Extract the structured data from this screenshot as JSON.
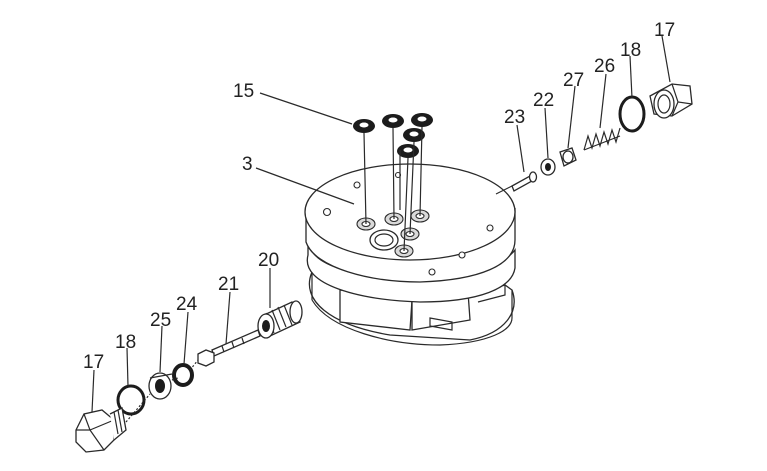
{
  "labels": {
    "p3": "3",
    "p15": "15",
    "p17a": "17",
    "p17b": "17",
    "p18a": "18",
    "p18b": "18",
    "p20": "20",
    "p21": "21",
    "p22": "22",
    "p23": "23",
    "p24": "24",
    "p25": "25",
    "p26": "26",
    "p27": "27"
  }
}
